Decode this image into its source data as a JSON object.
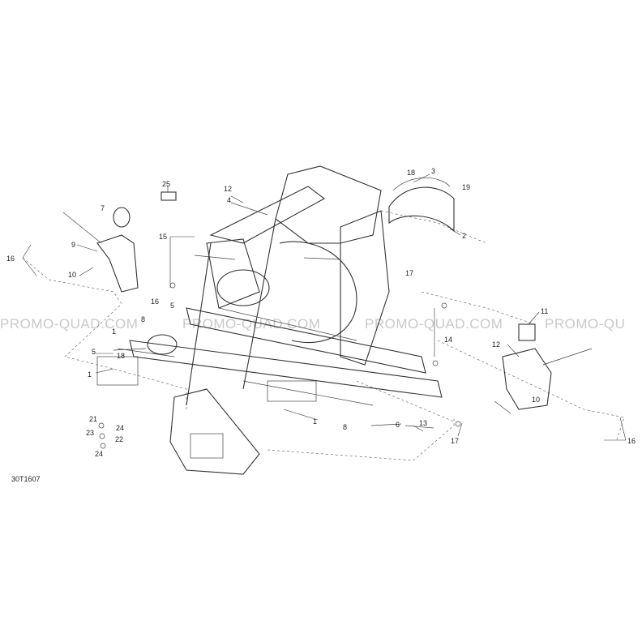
{
  "drawing": {
    "reference_code": "30T1607",
    "watermarks": [
      "PROMO-QUAD.COM",
      "PROMO-QUAD.COM",
      "PROMO-QUAD.COM",
      "PROMO-QU"
    ],
    "callouts": [
      "25",
      "12",
      "4",
      "18",
      "3",
      "19",
      "2",
      "7",
      "9",
      "16",
      "10",
      "15",
      "17",
      "14",
      "11",
      "16",
      "8",
      "5",
      "1",
      "12",
      "10",
      "13",
      "6",
      "8",
      "17",
      "18",
      "21",
      "23",
      "24",
      "22",
      "24",
      "16",
      "1"
    ]
  }
}
